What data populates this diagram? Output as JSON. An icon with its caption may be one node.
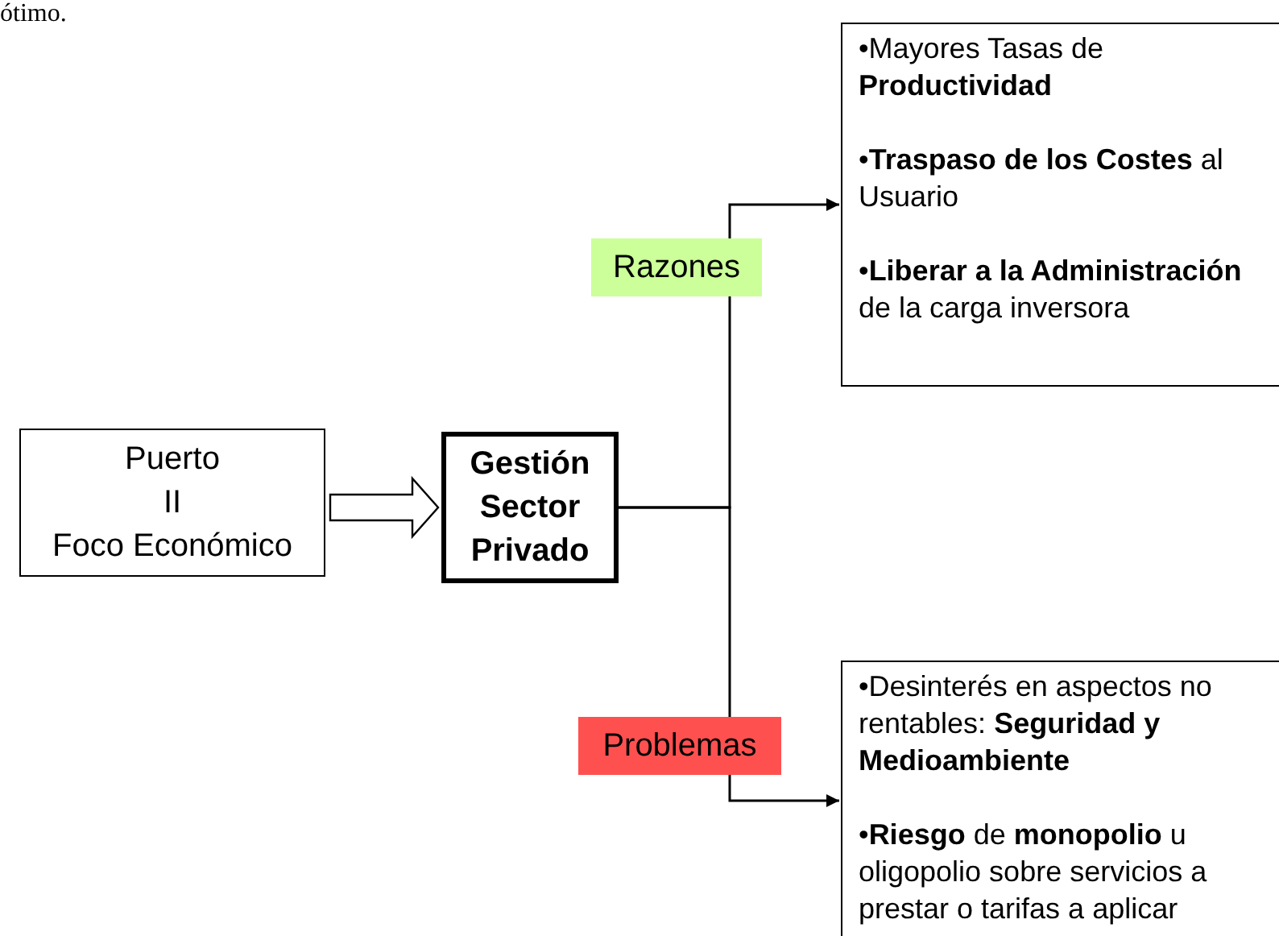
{
  "diagram": {
    "nodes": [
      {
        "text": [
          "Puerto",
          "II",
          "Foco Económico"
        ]
      },
      {
        "text": [
          "Gestión Sector Privado"
        ]
      },
      {
        "text": [
          "Razones"
        ]
      },
      {
        "text": [
          "•Mayores Tasas de **Productividad**",
          "•**Traspaso de los Costes** al Usuario",
          "•**Liberar a la Administración** de la carga inversora"
        ]
      },
      {
        "text": [
          "Problemas"
        ]
      },
      {
        "text": [
          "•Desinterés en aspectos no rentables: **Seguridad y Medioambiente**",
          "•**Riesgo** de **monopolio** u oligopolio sobre servicios a prestar o tarifas a aplicar"
        ]
      }
    ],
    "edges": [
      {
        "from": 0,
        "to": 1,
        "arrow": "to",
        "style": "thick"
      },
      {
        "from": 1,
        "to": 2,
        "arrow": "none"
      },
      {
        "from": 2,
        "to": 3,
        "arrow": "to"
      },
      {
        "from": 1,
        "to": 4,
        "arrow": "none"
      },
      {
        "from": 4,
        "to": 5,
        "arrow": "to"
      }
    ],
    "labels": [
      "ótimo."
    ]
  }
}
